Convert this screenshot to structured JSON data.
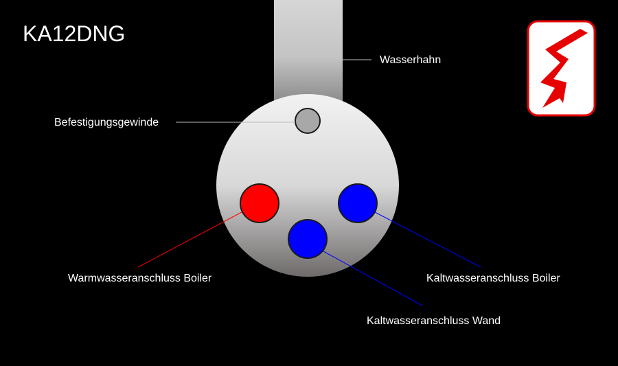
{
  "title": "KA12DNG",
  "labels": {
    "faucet": "Wasserhahn",
    "mounting_thread": "Befestigungsgewinde",
    "hot_boiler": "Warmwasseranschluss Boiler",
    "cold_boiler": "Kaltwasseranschluss Boiler",
    "cold_wall": "Kaltwasseranschluss Wand"
  },
  "colors": {
    "background": "#000000",
    "hot": "#ff0000",
    "cold": "#0000ff",
    "thread": "#a8a8a8",
    "warning_red": "#e60000"
  },
  "icons": {
    "warning": "high-voltage-warning-icon"
  }
}
